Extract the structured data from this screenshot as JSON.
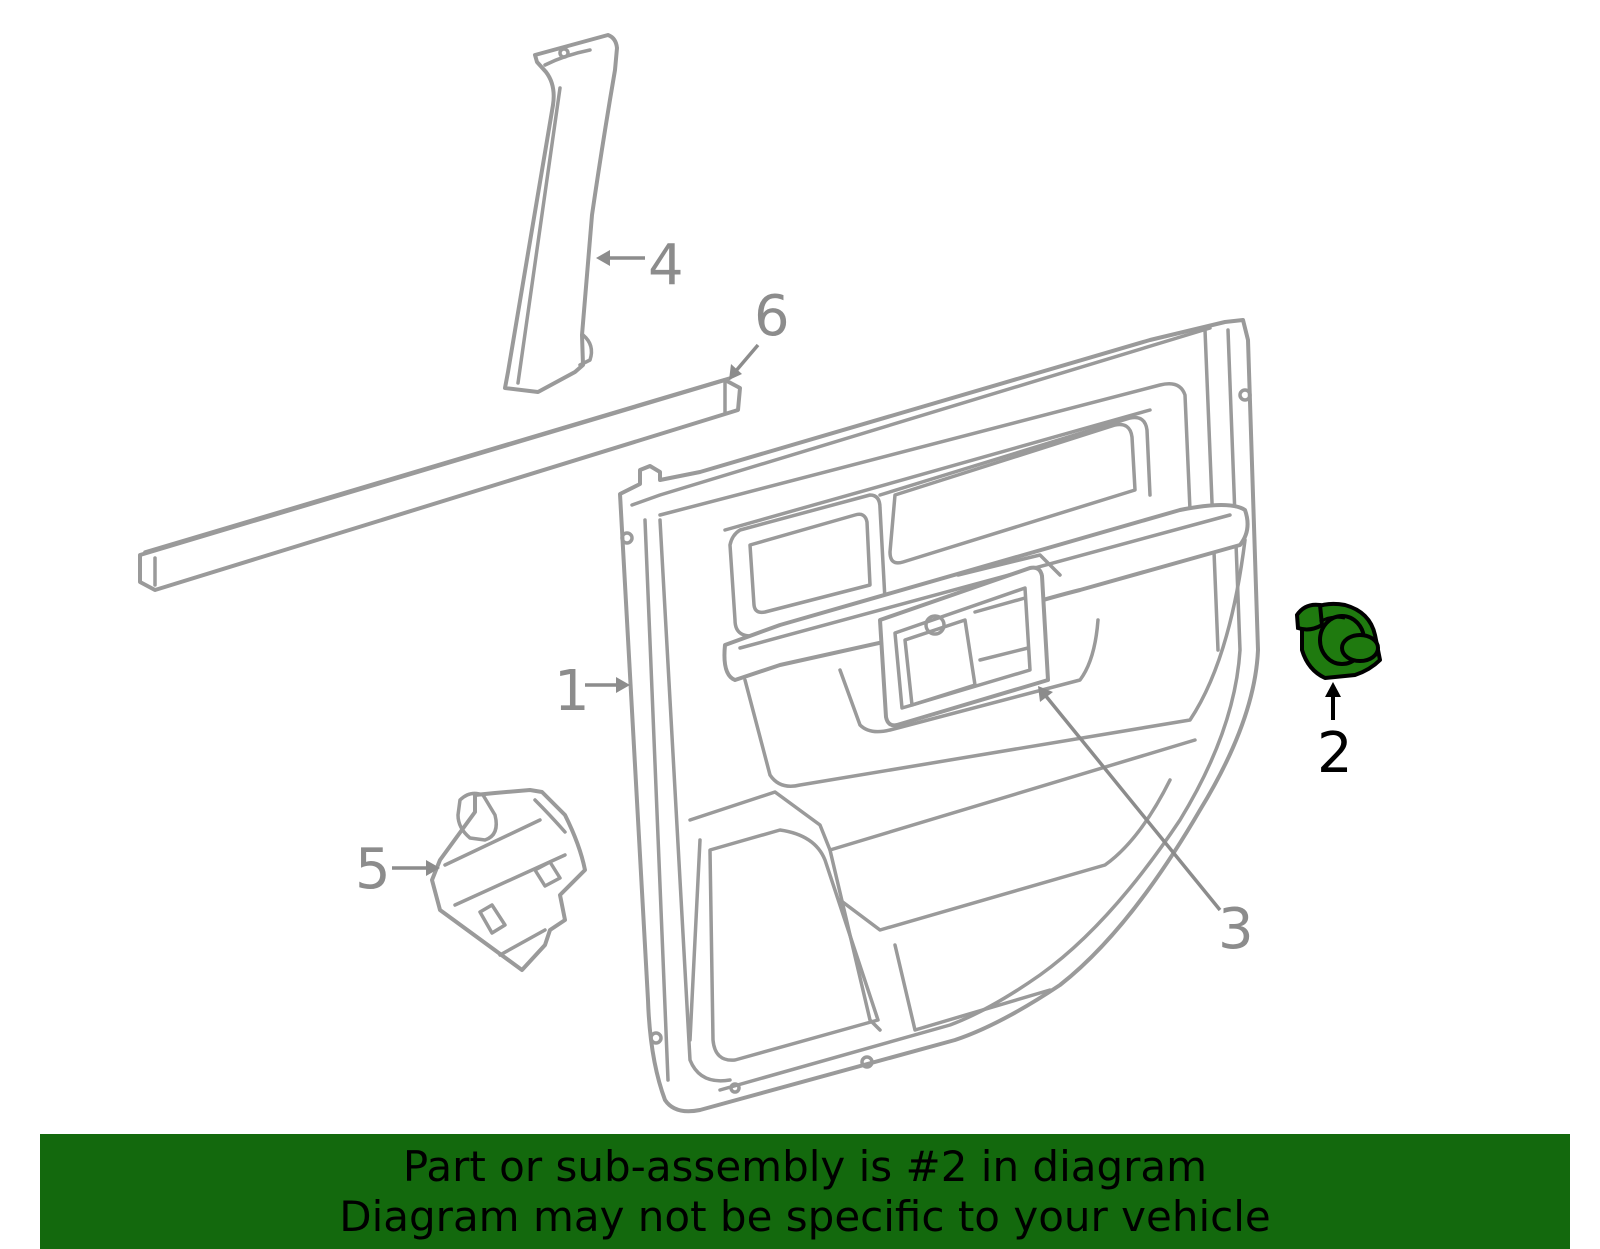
{
  "callouts": [
    {
      "id": "1",
      "label": "1"
    },
    {
      "id": "2",
      "label": "2"
    },
    {
      "id": "3",
      "label": "3"
    },
    {
      "id": "4",
      "label": "4"
    },
    {
      "id": "5",
      "label": "5"
    },
    {
      "id": "6",
      "label": "6"
    }
  ],
  "highlight_part": "2",
  "colors": {
    "highlight_fill": "#1f7a0f",
    "banner_background": "#13690d",
    "line_art": "#9a9a9a",
    "callout_text": "#8c8c8c",
    "active_callout_text": "#000000"
  },
  "banner": {
    "line1": "Part or sub-assembly is #2 in diagram",
    "line2": "Diagram may not be specific to your vehicle"
  }
}
